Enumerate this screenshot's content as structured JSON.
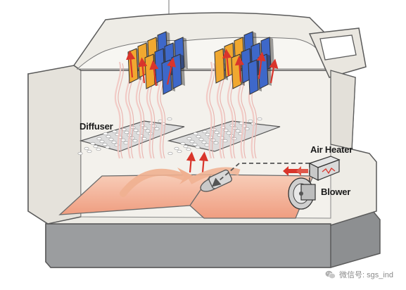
{
  "diagram": {
    "labels": {
      "diffuser": "Diffuser",
      "air_heater": "Air Heater",
      "blower": "Blower"
    },
    "watermark": {
      "text": "微信号: sgs_ind",
      "icon": "wechat-icon"
    },
    "colors": {
      "cabinet": "#eeece6",
      "cabinet_dark": "#d9d6cf",
      "outline": "#5a5a5a",
      "base": "#8d8f91",
      "water": "#f3b39a",
      "arrow_red": "#d9352b",
      "panel_orange": "#f0a830",
      "panel_blue": "#3e68c9",
      "mist": "#f2c6c2",
      "diffuser": "#dcdcdc"
    }
  }
}
